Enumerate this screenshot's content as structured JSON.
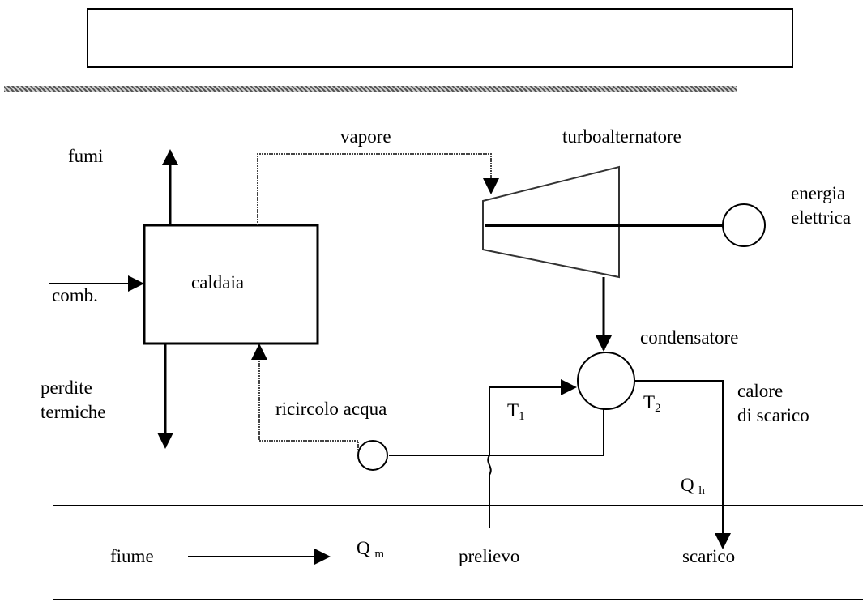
{
  "labels": {
    "fumi": "fumi",
    "vapore": "vapore",
    "turbo": "turboalternatore",
    "energia1": "energia",
    "energia2": "elettrica",
    "comb": "comb.",
    "caldaia": "caldaia",
    "condensatore": "condensatore",
    "perdite1": "perdite",
    "perdite2": "termiche",
    "ricircolo": "ricircolo acqua",
    "t1": "T",
    "t1_sub": "1",
    "t2": "T",
    "t2_sub": "2",
    "calore1": "calore",
    "calore2": "di scarico",
    "qh": "Q",
    "qh_sub": "h",
    "fiume": "fiume",
    "qm": "Q",
    "qm_sub": "m",
    "prelievo": "prelievo",
    "scarico": "scarico"
  }
}
